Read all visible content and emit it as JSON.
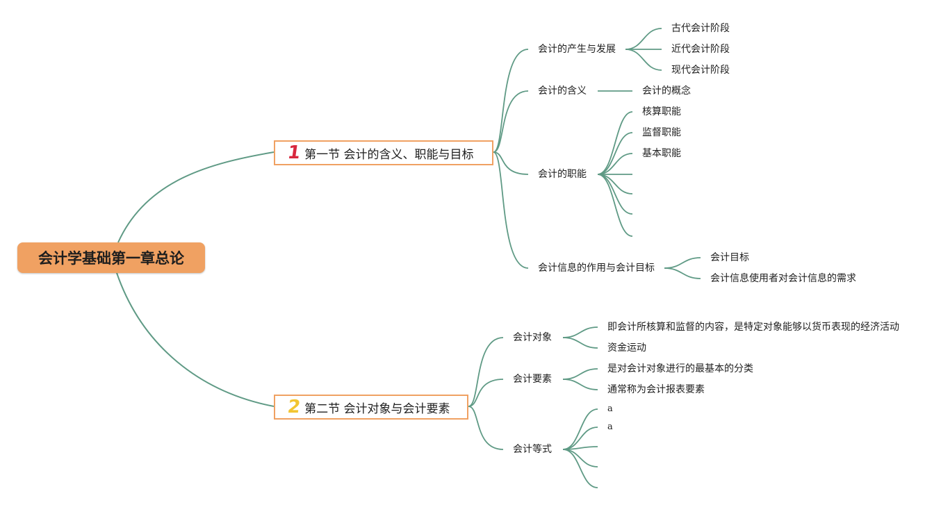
{
  "root": {
    "title": "会计学基础第一章总论"
  },
  "sections": [
    {
      "badge": "1",
      "title": "第一节 会计的含义、职能与目标",
      "topics": [
        {
          "label": "会计的产生与发展",
          "children": [
            "古代会计阶段",
            "近代会计阶段",
            "现代会计阶段"
          ]
        },
        {
          "label": "会计的含义",
          "children": [
            "会计的概念"
          ]
        },
        {
          "label": "会计的职能",
          "children": [
            "核算职能",
            "监督职能",
            "基本职能",
            "",
            "",
            "",
            ""
          ]
        },
        {
          "label": "会计信息的作用与会计目标",
          "children": [
            "会计目标",
            "会计信息使用者对会计信息的需求"
          ]
        }
      ]
    },
    {
      "badge": "2",
      "title": "第二节 会计对象与会计要素",
      "topics": [
        {
          "label": "会计对象",
          "children": [
            "即会计所核算和监督的内容，是特定对象能够以货币表现的经济活动",
            "资金运动"
          ]
        },
        {
          "label": "会计要素",
          "children": [
            "是对会计对象进行的最基本的分类",
            "通常称为会计报表要素"
          ]
        },
        {
          "label": "会计等式",
          "children": [
            "a",
            "a",
            "",
            "",
            ""
          ]
        }
      ]
    }
  ],
  "colors": {
    "link": "#5f9a85",
    "root_fill": "#f0a162",
    "section_border": "#f0a162",
    "badge1": "#d8283e",
    "badge2": "#f2c531"
  }
}
